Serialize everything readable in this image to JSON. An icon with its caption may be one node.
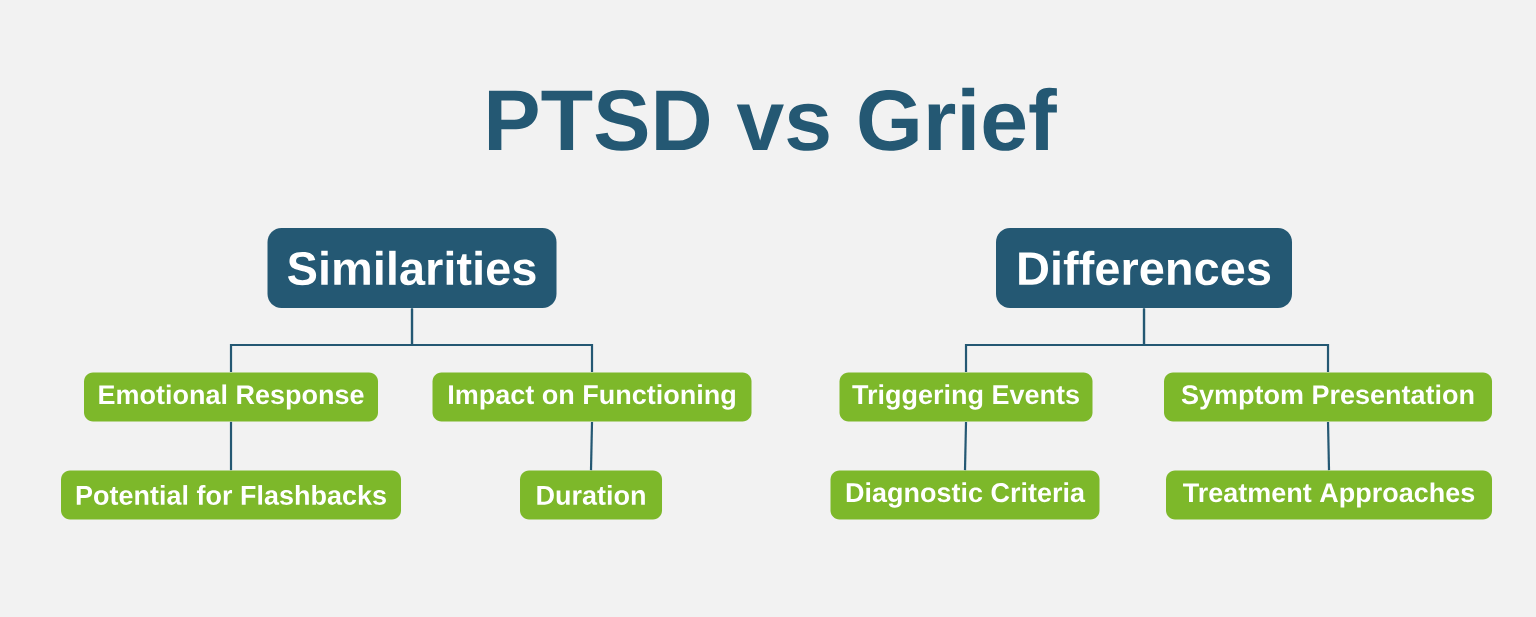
{
  "diagram": {
    "title": "PTSD vs Grief",
    "nodes": [
      {
        "text": [
          "Similarities"
        ]
      },
      {
        "text": [
          "Emotional Response"
        ]
      },
      {
        "text": [
          "Impact on Functioning"
        ]
      },
      {
        "text": [
          "Potential for Flashbacks"
        ]
      },
      {
        "text": [
          "Duration"
        ]
      },
      {
        "text": [
          "Differences"
        ]
      },
      {
        "text": [
          "Triggering Events"
        ]
      },
      {
        "text": [
          "Symptom Presentation"
        ]
      },
      {
        "text": [
          "Diagnostic Criteria"
        ]
      },
      {
        "text": [
          "Treatment Approaches"
        ]
      }
    ],
    "edges": [
      {
        "from": 0,
        "to": 1,
        "arrow": "none"
      },
      {
        "from": 0,
        "to": 2,
        "arrow": "none"
      },
      {
        "from": 1,
        "to": 3,
        "arrow": "none"
      },
      {
        "from": 2,
        "to": 4,
        "arrow": "none"
      },
      {
        "from": 5,
        "to": 6,
        "arrow": "none"
      },
      {
        "from": 5,
        "to": 7,
        "arrow": "none"
      },
      {
        "from": 6,
        "to": 8,
        "arrow": "none"
      },
      {
        "from": 7,
        "to": 9,
        "arrow": "none"
      }
    ]
  }
}
